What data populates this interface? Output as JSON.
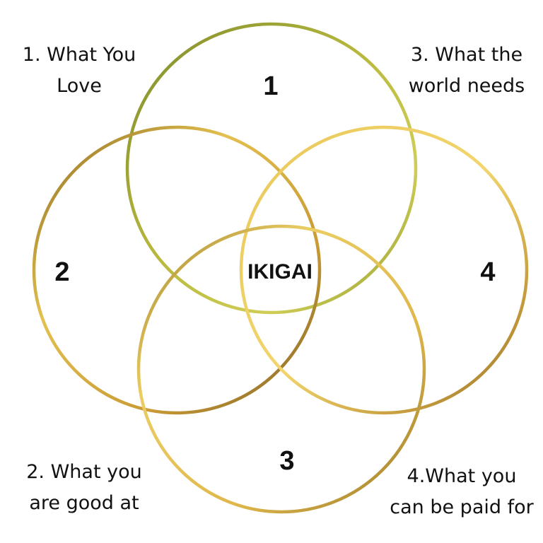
{
  "circles": [
    {
      "id": "circle-1",
      "number": "1"
    },
    {
      "id": "circle-2",
      "number": "2"
    },
    {
      "id": "circle-3",
      "number": "3"
    },
    {
      "id": "circle-4",
      "number": "4"
    }
  ],
  "center_label": "IKIGAI",
  "labels": {
    "love": {
      "line1": "1. What You",
      "line2": "Love"
    },
    "world": {
      "line1": "3. What the",
      "line2": "world needs"
    },
    "good": {
      "line1": "2. What you",
      "line2": "are good at"
    },
    "paid": {
      "line1": "4.What you",
      "line2": "can be paid for"
    }
  },
  "colors": {
    "gold_light": "#f0d264",
    "gold": "#d9b23a",
    "gold_dark": "#9c7a2a",
    "olive": "#a8a838",
    "olive_dark": "#7f8a2a",
    "text": "#111111"
  }
}
